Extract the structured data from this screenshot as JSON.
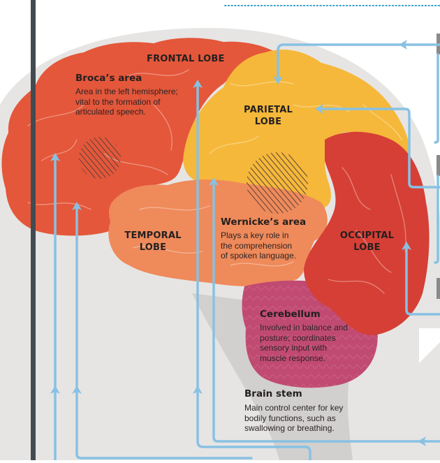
{
  "diagram": {
    "lobes": {
      "frontal": "FRONTAL LOBE",
      "parietal": [
        "PARIETAL",
        "LOBE"
      ],
      "temporal": [
        "TEMPORAL",
        "LOBE"
      ],
      "occipital": [
        "OCCIPITAL",
        "LOBE"
      ]
    },
    "areas": {
      "broca": {
        "title": "Broca’s area",
        "lines": [
          "Area in the left hemisphere;",
          "vital to the formation of",
          "articulated speech."
        ]
      },
      "wernicke": {
        "title": "Wernicke’s area",
        "lines": [
          "Plays a key role in",
          "the comprehension",
          "of spoken language."
        ]
      },
      "cerebellum": {
        "title": "Cerebellum",
        "lines": [
          "Involved in balance and",
          "posture; coordinates",
          "sensory input with",
          "muscle response."
        ]
      },
      "brainstem": {
        "title": "Brain stem",
        "lines": [
          "Main control center for key",
          "bodily functions, such as",
          "swallowing or breathing."
        ]
      }
    },
    "colors": {
      "frontal": "#e4573a",
      "parietal": "#f5b83a",
      "temporal": "#ef8a5a",
      "occipital": "#d63f35",
      "cerebellum": "#c04a72",
      "head_silhouette": "#e6e5e4",
      "brainstem": "#d2d0ce",
      "pathway": "#88c1e3",
      "divider": "#434b52",
      "dotted_rule": "#3aa0c8"
    }
  }
}
